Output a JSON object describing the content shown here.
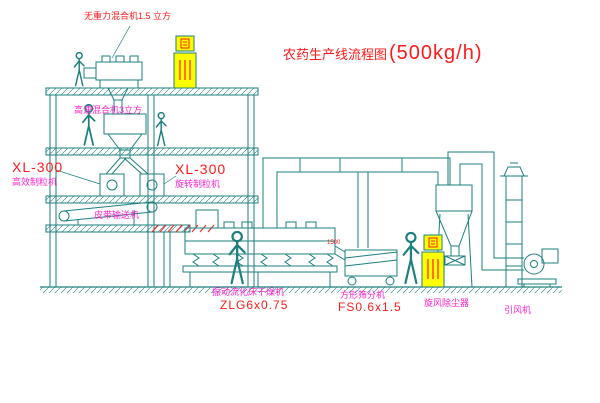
{
  "colors": {
    "drawing_line": "#1e7f7f",
    "label_red": "#ff1a1a",
    "label_magenta": "#ff22cc",
    "cabinet_yellow": "#ffff00",
    "background": "#ffffff"
  },
  "title": {
    "text": "农药生产线流程图",
    "capacity": "(500kg/h)"
  },
  "labels": {
    "top_mixer": "无重力混合机1.5 立方",
    "high_speed_mixer": "高速混合机3立方",
    "granulator_left_model": "XL-300",
    "granulator_left_name": "高效制粒机",
    "granulator_mid_model": "XL-300",
    "granulator_mid_name": "旋转制粒机",
    "belt_conveyor": "皮带输送机",
    "fluid_bed_dryer": "振动流化床干燥机",
    "fluid_bed_dryer_model": "ZLG6x0.75",
    "square_sifter": "方形筛分机",
    "square_sifter_model": "FS0.6x1.5",
    "cyclone": "旋风除尘器",
    "induced_draft_fan": "引风机",
    "sifter_dim": "1500"
  }
}
